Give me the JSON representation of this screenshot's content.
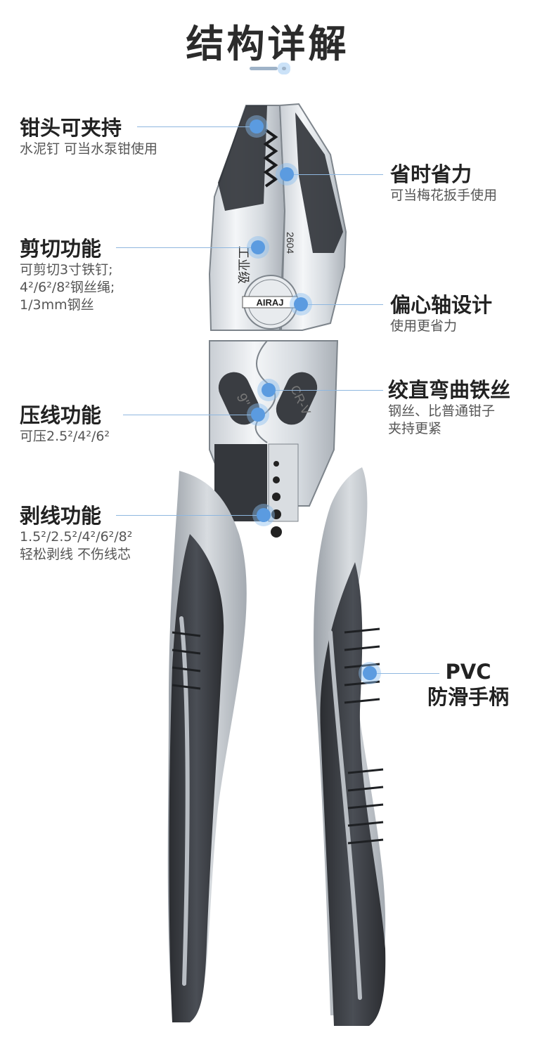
{
  "title": "结构详解",
  "engraving": {
    "grade": "工业级",
    "model": "2604",
    "brand": "AIRAJ",
    "steel": "CR-V",
    "size": "9\""
  },
  "callouts": [
    {
      "id": "clamp",
      "heading": "钳头可夹持",
      "lines": [
        "水泥钉 可当水泵钳使用"
      ]
    },
    {
      "id": "timesave",
      "heading": "省时省力",
      "lines": [
        "可当梅花扳手使用"
      ]
    },
    {
      "id": "cut",
      "heading": "剪切功能",
      "lines": [
        "可剪切3寸铁钉;",
        "4²/6²/8²钢丝绳;",
        "1/3mm钢丝"
      ]
    },
    {
      "id": "eccentric",
      "heading": "偏心轴设计",
      "lines": [
        "使用更省力"
      ]
    },
    {
      "id": "straighten",
      "heading": "绞直弯曲铁丝",
      "lines": [
        "钢丝、比普通钳子",
        "夹持更紧"
      ]
    },
    {
      "id": "crimp",
      "heading": "压线功能",
      "lines": [
        "可压2.5²/4²/6²"
      ]
    },
    {
      "id": "strip",
      "heading": "剥线功能",
      "lines": [
        "1.5²/2.5²/4²/6²/8²",
        "轻松剥线 不伤线芯"
      ]
    },
    {
      "id": "handle",
      "heading": "PVC",
      "lines": [
        "防滑手柄"
      ]
    }
  ],
  "colors": {
    "accent": "#5b9be0",
    "handle_dark": "#3a3d42",
    "handle_grey": "#bfc4ca",
    "steel": "#dfe3e7"
  }
}
